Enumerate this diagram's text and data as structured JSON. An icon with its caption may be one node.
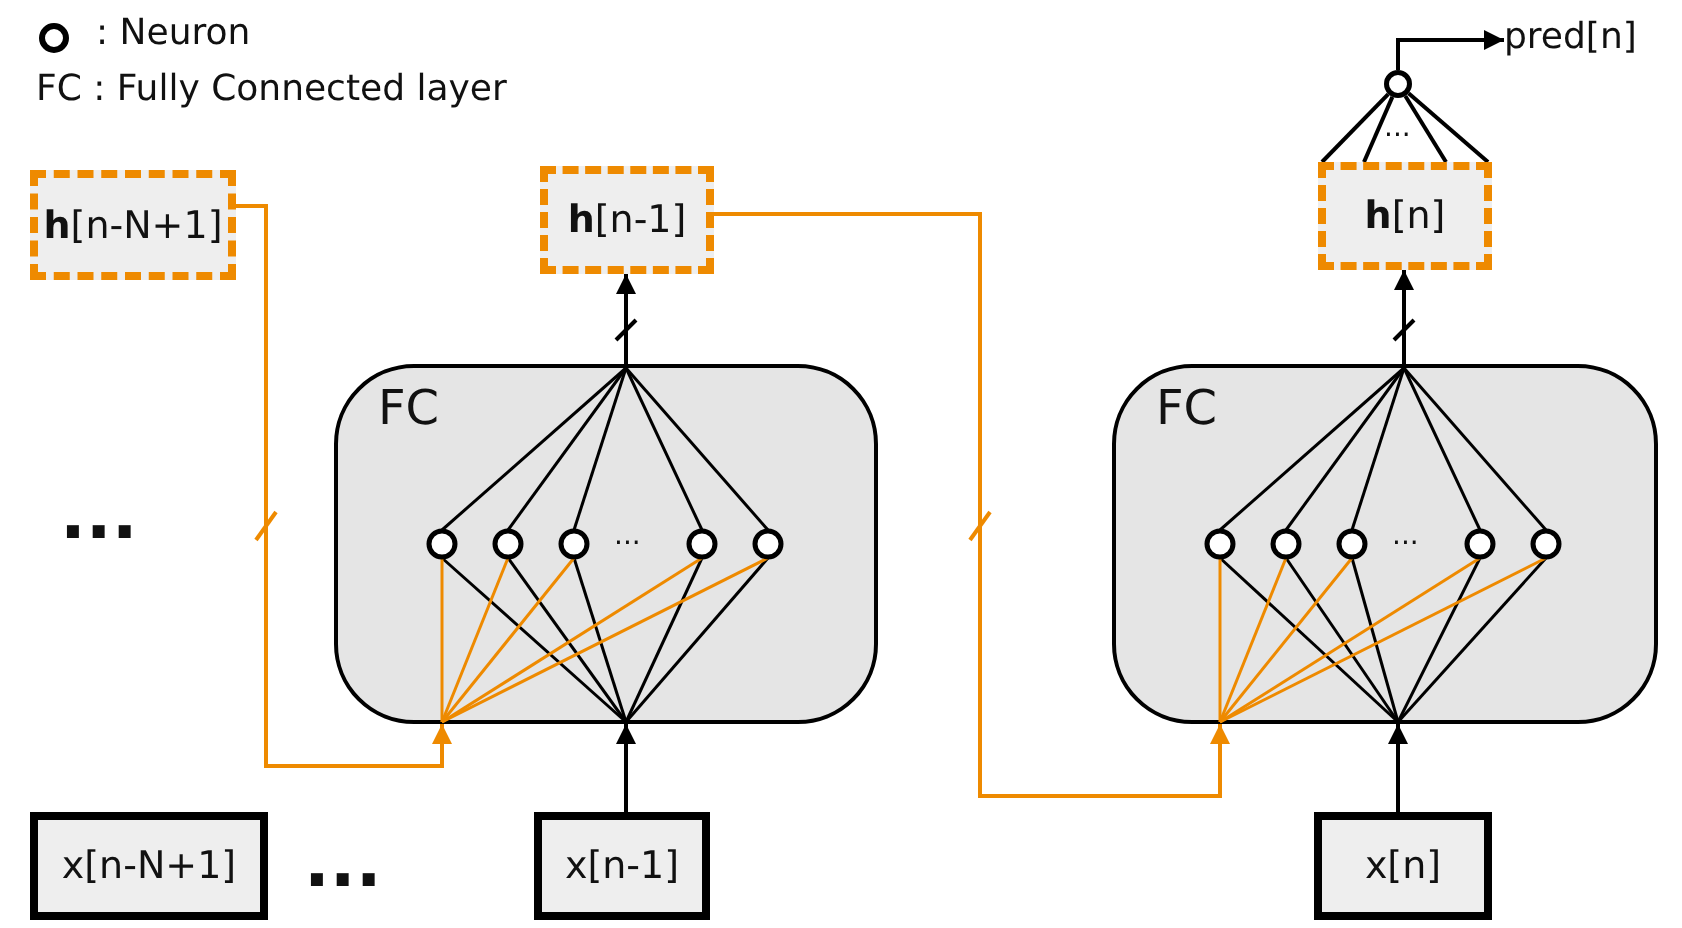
{
  "diagram": {
    "nodes": [
      {
        "text": [
          "**h**[n-N+1]"
        ]
      },
      {
        "text": [
          "**h**[n-1]"
        ]
      },
      {
        "text": [
          "**h**[n]"
        ]
      },
      {
        "text": [
          "FC"
        ]
      },
      {
        "text": [
          "FC"
        ]
      },
      {
        "text": [
          "x[n-N+1]"
        ]
      },
      {
        "text": [
          "x[n-1]"
        ]
      },
      {
        "text": [
          "x[n]"
        ]
      },
      {
        "text": [],
        "shape": "circle"
      },
      {
        "text": [
          "pred[n]"
        ]
      }
    ],
    "edges": [
      {
        "from": 0,
        "to": 3,
        "arrow": "to",
        "color": "#ee8a00"
      },
      {
        "from": 6,
        "to": 3,
        "arrow": "to"
      },
      {
        "from": 3,
        "to": 1,
        "arrow": "to"
      },
      {
        "from": 1,
        "to": 4,
        "arrow": "to",
        "color": "#ee8a00"
      },
      {
        "from": 7,
        "to": 4,
        "arrow": "to"
      },
      {
        "from": 4,
        "to": 2,
        "arrow": "to"
      },
      {
        "from": 2,
        "to": 8,
        "arrow": "none"
      },
      {
        "from": 2,
        "to": 8,
        "arrow": "none"
      },
      {
        "from": 2,
        "to": 8,
        "arrow": "none"
      },
      {
        "from": 2,
        "to": 8,
        "arrow": "none"
      },
      {
        "from": 8,
        "to": 9,
        "arrow": "to"
      }
    ],
    "labels": [
      "FC : Fully Connected layer",
      "...",
      "...",
      "...",
      "...",
      "..."
    ],
    "legend": [
      {
        "text": ": Neuron"
      }
    ]
  }
}
